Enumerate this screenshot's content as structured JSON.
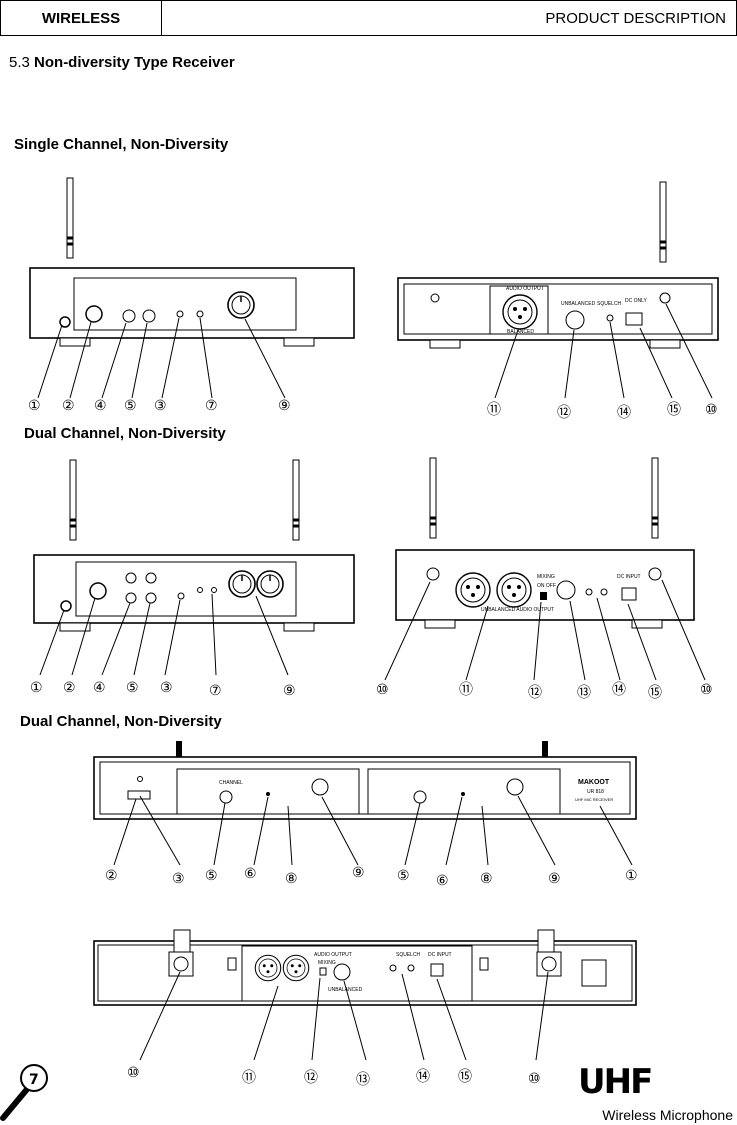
{
  "header": {
    "left": "WIRELESS",
    "right": "PRODUCT DESCRIPTION"
  },
  "section": {
    "number": "5.3",
    "title": "Non-diversity Type Receiver"
  },
  "captions": {
    "single": "Single Channel, Non-Diversity",
    "dual1": "Dual Channel, Non-Diversity",
    "dual2": "Dual Channel, Non-Diversity"
  },
  "labels": {
    "n1": "①",
    "n2": "②",
    "n3": "③",
    "n4": "④",
    "n5": "⑤",
    "n6": "⑥",
    "n7": "⑦",
    "n8": "⑧",
    "n9": "⑨",
    "n10": "⑩",
    "n11": "⑪",
    "n12": "⑫",
    "n13": "⑬",
    "n14": "⑭",
    "n15": "⑮"
  },
  "panel_text": {
    "audio_output": "AUDIO OUTPUT",
    "balanced": "BALANCED",
    "unbalanced": "UNBALANCED",
    "squelch": "SQUELCH",
    "dc_only": "DC ONLY",
    "dc_input": "DC INPUT",
    "mixing": "MIXING",
    "on_off": "ON  OFF",
    "channel": "CHANNEL",
    "brand": "MAKOOT",
    "model": "UR 818",
    "desc": "UHF MIC RECEIVER"
  },
  "footer": {
    "brand": "UHF",
    "product": "Wireless Microphone",
    "page": "7"
  }
}
